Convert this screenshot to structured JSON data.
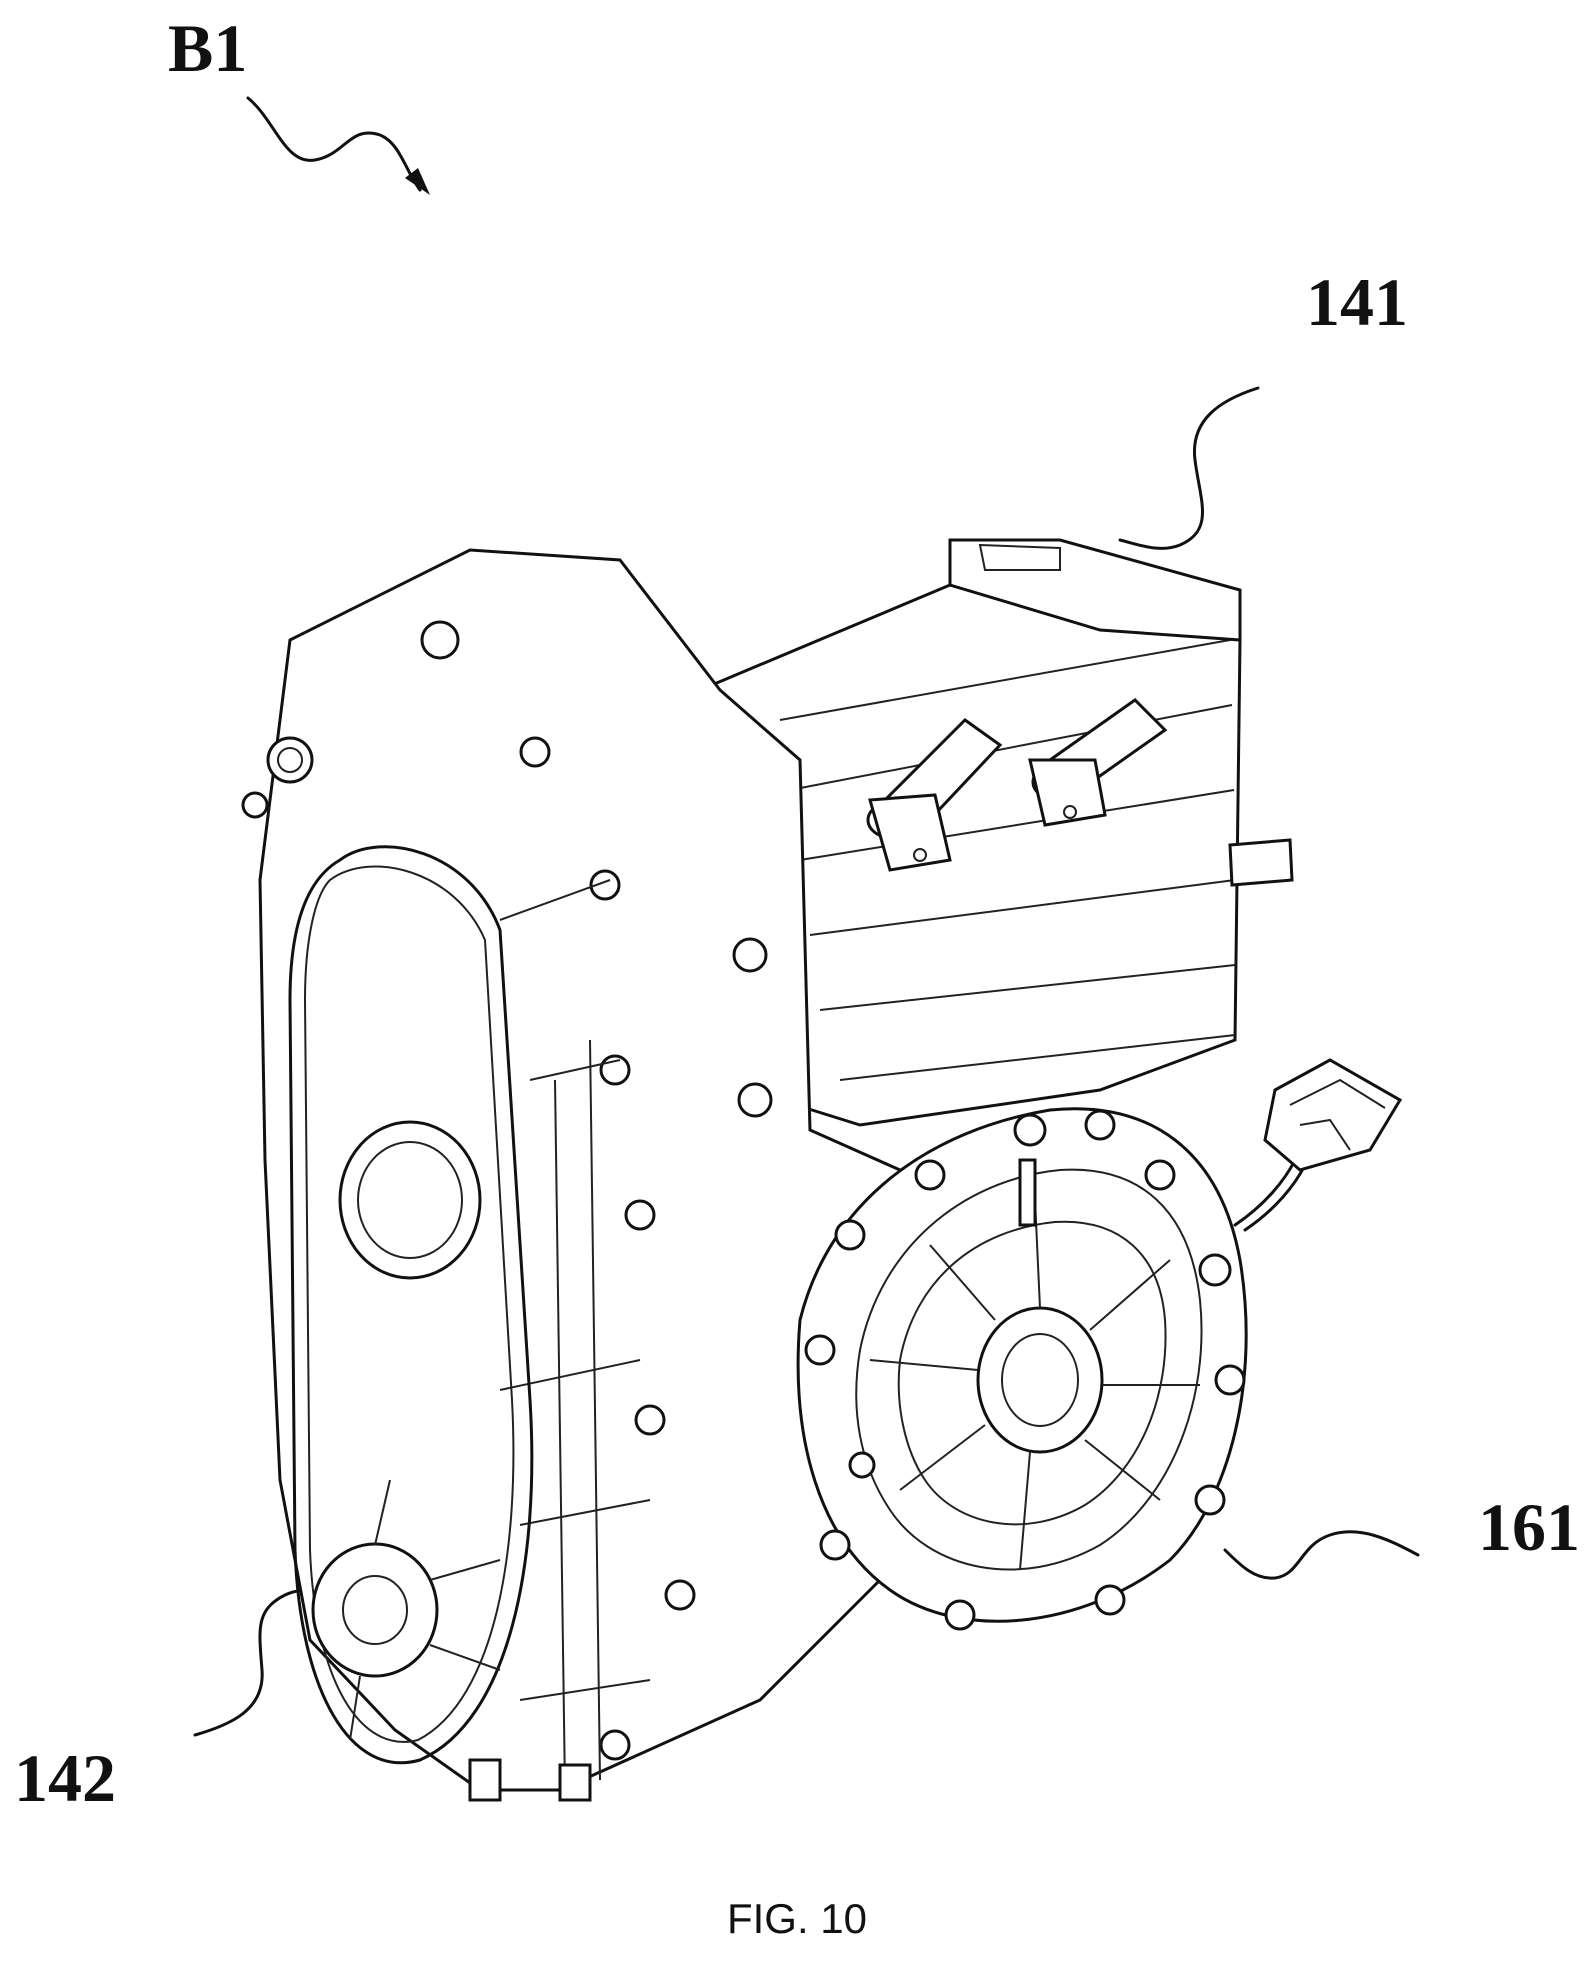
{
  "labels": {
    "assembly": "B1",
    "motor": "141",
    "gearbox_cover": "142",
    "side_cover": "161"
  },
  "caption": "FIG. 10"
}
